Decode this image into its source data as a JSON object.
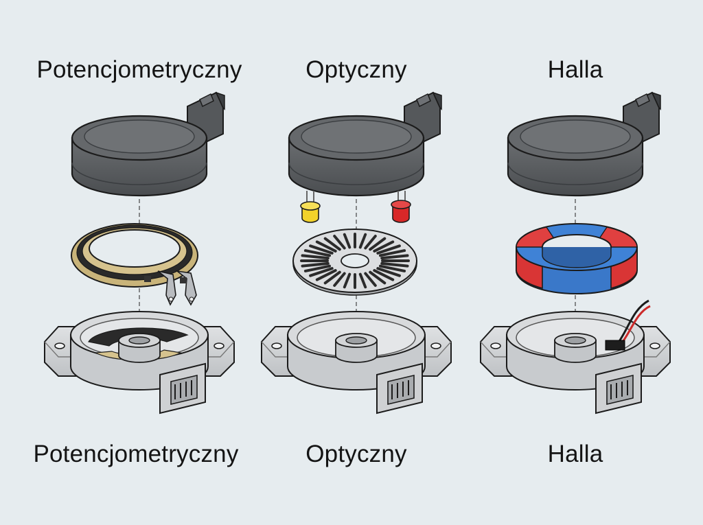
{
  "sensors": [
    {
      "top_label": "Potencjometryczny",
      "bottom_label": "Potencjometryczny",
      "element": "resistive-track"
    },
    {
      "top_label": "Optyczny",
      "bottom_label": "Optyczny",
      "element": "encoder-disc"
    },
    {
      "top_label": "Halla",
      "bottom_label": "Halla",
      "element": "ring-magnet"
    }
  ],
  "colors": {
    "background": "#e6ecef",
    "cap": "#5c5f62",
    "housing": "#d4d6d8",
    "track_gold": "#c9b47a",
    "magnet_red": "#d93535",
    "magnet_blue": "#3a78c9",
    "led_yellow": "#f2d22a",
    "led_red": "#d82828"
  }
}
